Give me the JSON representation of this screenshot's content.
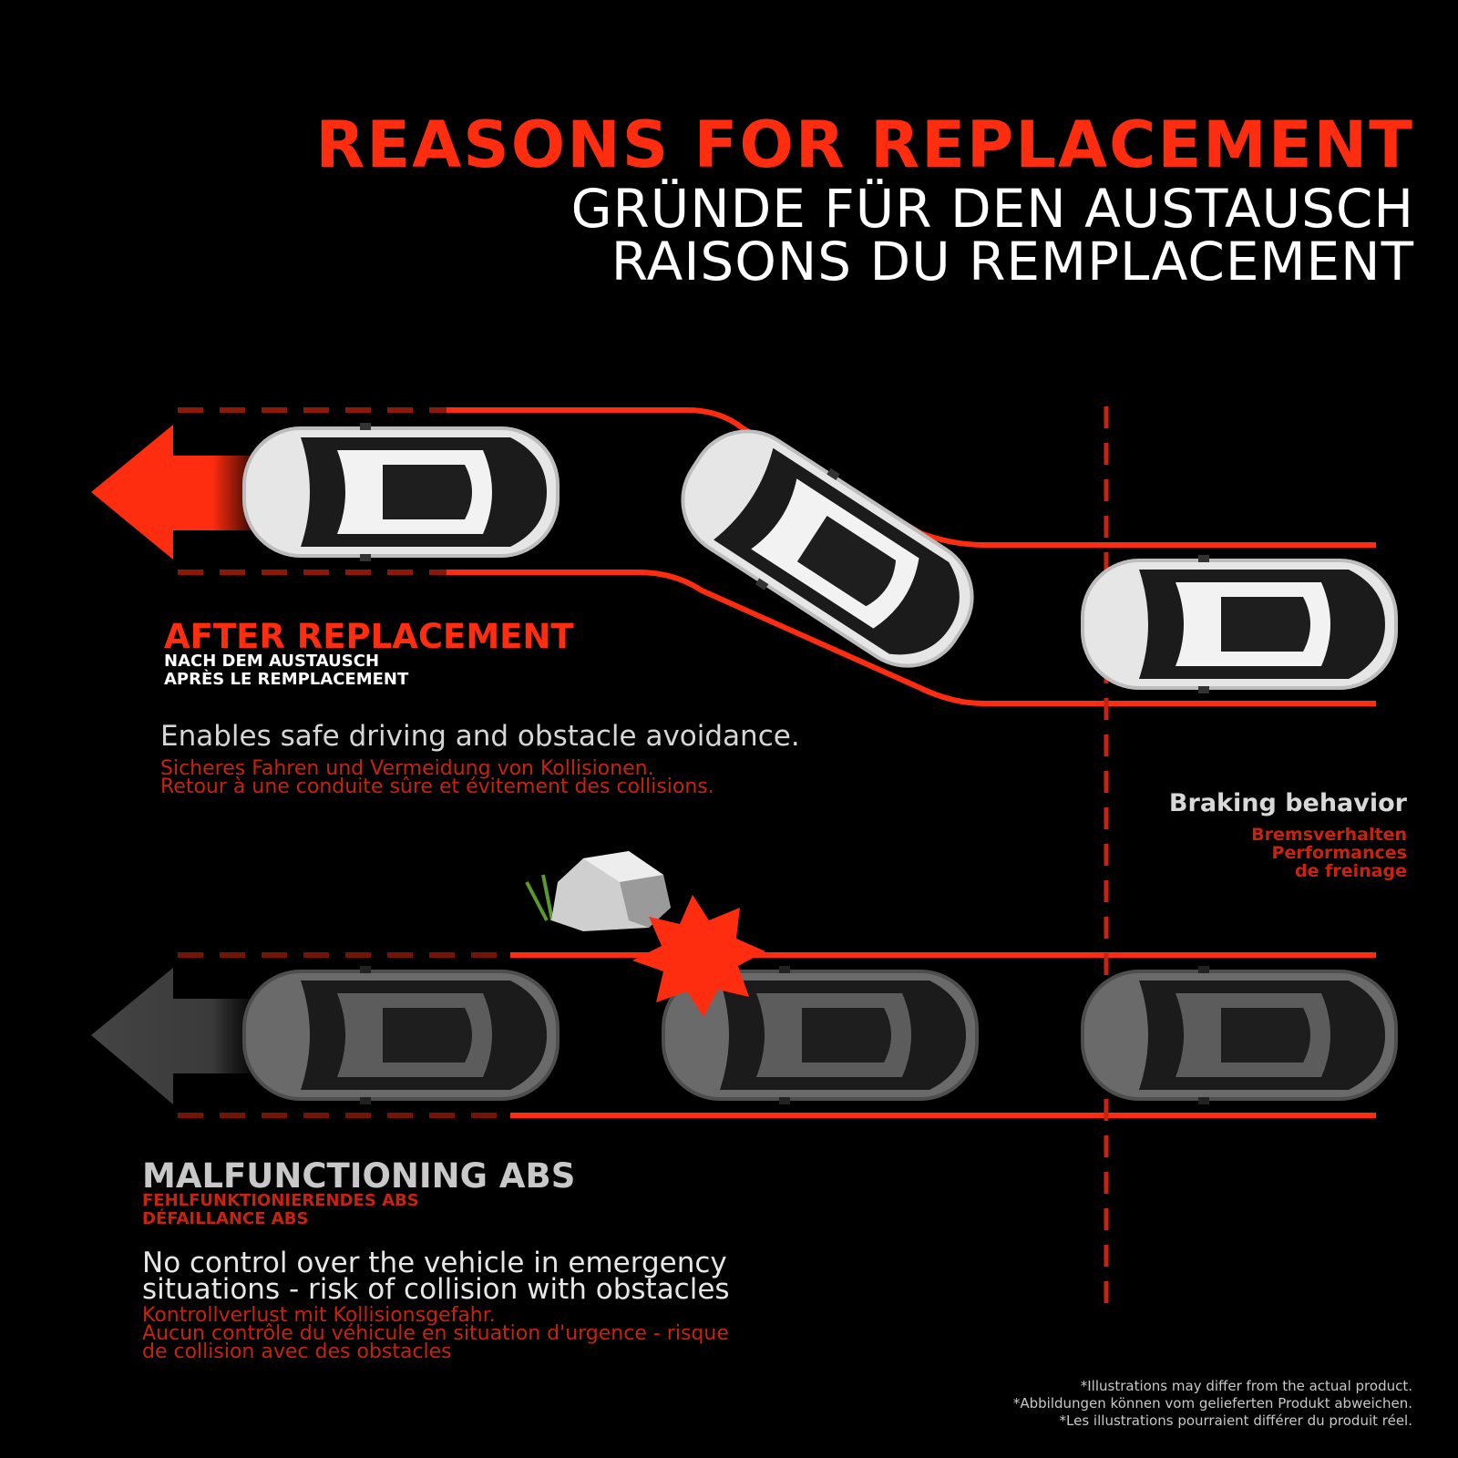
{
  "title": {
    "en": "REASONS FOR REPLACEMENT",
    "de": "GRÜNDE FÜR DEN AUSTAUSCH",
    "fr": "RAISONS DU REMPLACEMENT"
  },
  "after": {
    "heading": "AFTER REPLACEMENT",
    "sub_de": "NACH DEM AUSTAUSCH",
    "sub_fr": "APRÈS LE REMPLACEMENT",
    "desc_en": "Enables safe driving and obstacle avoidance.",
    "desc_de": "Sicheres Fahren und Vermeidung von Kollisionen.",
    "desc_fr": "Retour à une conduite sûre et évitement des collisions."
  },
  "braking": {
    "heading": "Braking behavior",
    "sub_de": "Bremsverhalten",
    "sub_fr_1": "Performances",
    "sub_fr_2": "de freinage"
  },
  "malfunction": {
    "heading": "MALFUNCTIONING ABS",
    "sub_de": "FEHLFUNKTIONIERENDES ABS",
    "sub_fr": "DÉFAILLANCE ABS",
    "desc_en_1": "No control over the vehicle in emergency",
    "desc_en_2": "situations - risk of collision with obstacles",
    "desc_de": "Kontrollverlust mit Kollisionsgefahr.",
    "desc_fr_1": "Aucun contrôle du véhicule en situation d'urgence - risque",
    "desc_fr_2": "de collision avec des obstacles"
  },
  "disclaimer": {
    "en": "*Illustrations may differ from the actual product.",
    "de": "*Abbildungen können vom gelieferten Produkt abweichen.",
    "fr": "*Les illustrations pourraient différer du produit réel."
  },
  "colors": {
    "accent_red": "#ff2d0f",
    "dark_red": "#c8230f",
    "background": "#000000",
    "car_white": "#e8e8e8",
    "car_gray": "#6e6e6e"
  },
  "icons": [
    "arrow-left-icon",
    "car-icon",
    "rock-icon",
    "impact-burst-icon",
    "grass-icon"
  ]
}
